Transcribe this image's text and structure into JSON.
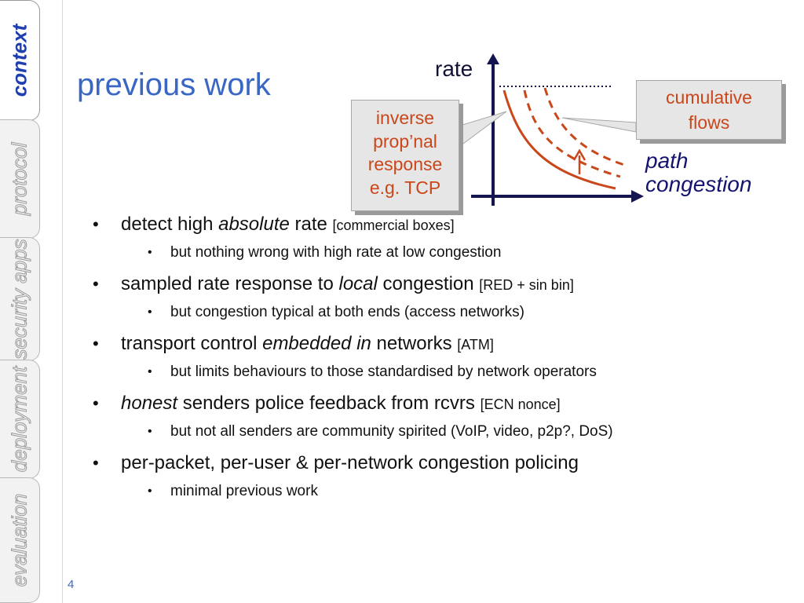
{
  "sidebar": {
    "tabs": [
      {
        "label": "context",
        "active": true
      },
      {
        "label": "protocol",
        "active": false
      },
      {
        "label": "security apps",
        "active": false
      },
      {
        "label": "deployment",
        "active": false
      },
      {
        "label": "evaluation",
        "active": false
      }
    ]
  },
  "slide": {
    "title": "previous work",
    "page_number": "4"
  },
  "diagram": {
    "y_axis_label": "rate",
    "x_axis_label_line1": "path",
    "x_axis_label_line2": "congestion",
    "callout_left": [
      "inverse",
      "prop’nal",
      "response",
      "e.g. TCP"
    ],
    "callout_right": [
      "cumulative",
      "flows"
    ],
    "colors": {
      "curve": "#c9471a",
      "axis": "#141450",
      "callout_text": "#c9471a"
    }
  },
  "bullets": [
    {
      "pre": "detect high ",
      "em": "absolute",
      "post": " rate ",
      "ref": "[commercial boxes]",
      "sub": "but nothing wrong with high rate at low congestion"
    },
    {
      "pre": "sampled rate response to ",
      "em": "local",
      "post": " congestion ",
      "ref": "[RED + sin bin]",
      "sub": "but congestion typical at both ends (access networks)"
    },
    {
      "pre": "transport control ",
      "em": "embedded in",
      "post": " networks ",
      "ref": "[ATM]",
      "sub": "but limits behaviours to those standardised by network operators"
    },
    {
      "pre": "",
      "em": "honest",
      "post": " senders police feedback from rcvrs ",
      "ref": "[ECN nonce]",
      "sub": "but not all senders are community spirited (VoIP, video, p2p?, DoS)"
    },
    {
      "pre": "per-packet, per-user & per-network congestion policing",
      "em": "",
      "post": "",
      "ref": "",
      "sub": "minimal previous work"
    }
  ],
  "bullet_symbol": "•"
}
